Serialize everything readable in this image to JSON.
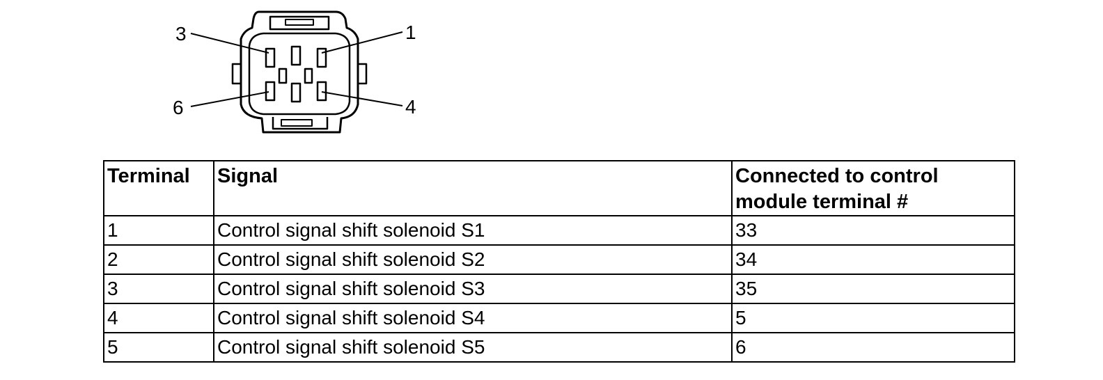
{
  "connector": {
    "pin_labels": [
      "3",
      "1",
      "6",
      "4"
    ]
  },
  "table": {
    "headers": [
      "Terminal",
      "Signal",
      "Connected to control module terminal #"
    ],
    "rows": [
      [
        "1",
        "Control signal shift solenoid S1",
        "33"
      ],
      [
        "2",
        "Control signal shift solenoid S2",
        "34"
      ],
      [
        "3",
        "Control signal shift solenoid S3",
        "35"
      ],
      [
        "4",
        "Control signal shift solenoid S4",
        "5"
      ],
      [
        "5",
        "Control signal shift solenoid S5",
        "6"
      ]
    ]
  }
}
